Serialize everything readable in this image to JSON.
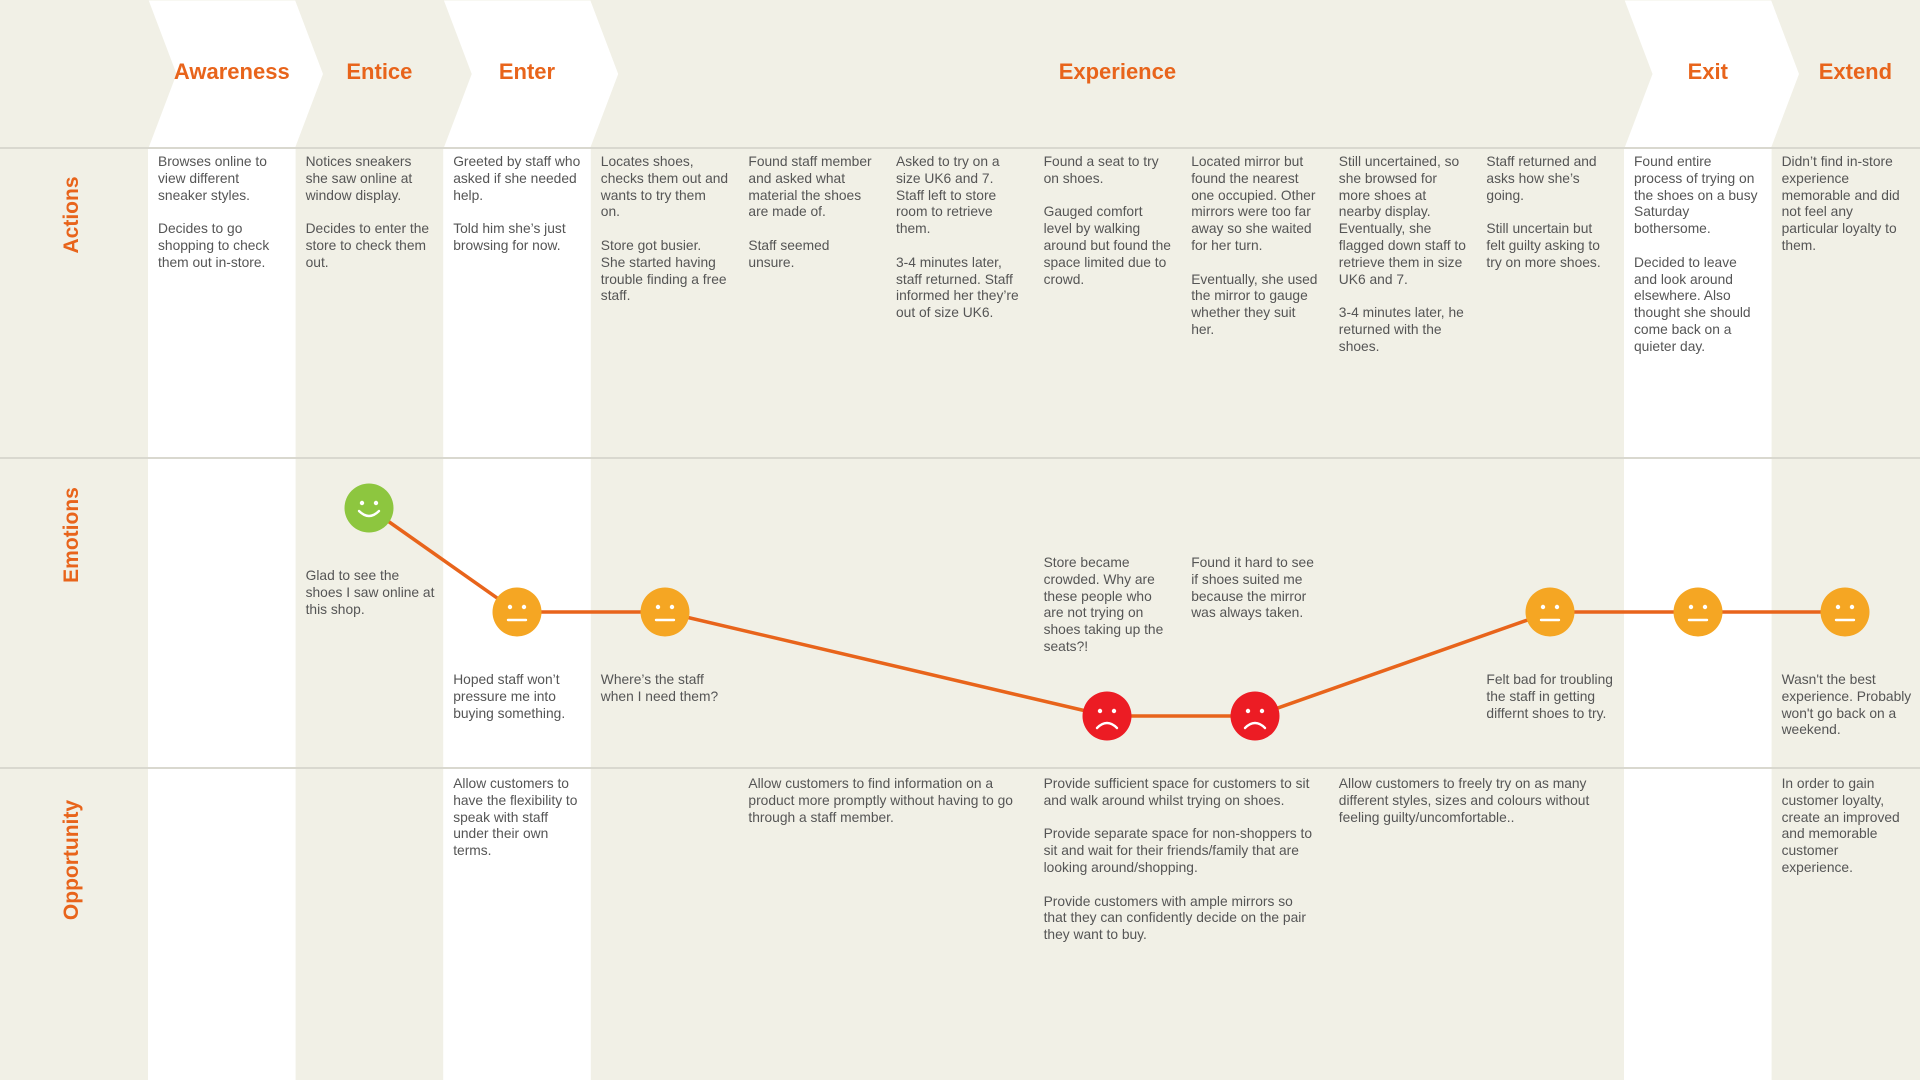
{
  "colors": {
    "background": "#f1f0e6",
    "column_highlight": "#ffffff",
    "accent": "#e8641b",
    "happy": "#8dc63f",
    "neutral": "#f5a623",
    "sad": "#ec1c24",
    "text": "#555555"
  },
  "stages": [
    {
      "label": "Awareness"
    },
    {
      "label": "Entice"
    },
    {
      "label": "Enter"
    },
    {
      "label": "Experience"
    },
    {
      "label": "Exit"
    },
    {
      "label": "Extend"
    }
  ],
  "rows": {
    "actions": "Actions",
    "emotions": "Emotions",
    "opportunity": "Opportunity"
  },
  "actions": [
    "Browses online to view different sneaker styles.\n\nDecides to go shopping to check them out in-store.",
    "Notices sneakers she saw online at window display.\n\nDecides to enter the store to check them out.",
    "Greeted by staff who asked if she needed help.\n\nTold him she’s just browsing for now.",
    "Locates shoes, checks them out and wants to try them on.\n\nStore got busier. She started having trouble finding a free staff.",
    "Found staff member and asked what material the shoes are made of.\n\nStaff seemed unsure.",
    "Asked to try on a size UK6 and 7. Staff left to store room to retrieve them.\n\n3-4 minutes later, staff returned. Staff informed her they’re out of size UK6.",
    "Found a seat to try on shoes.\n\nGauged comfort level by walking around but found the space limited due to crowd.",
    "Located mirror but found the nearest one occupied. Other mirrors were too far away so she waited for her turn.\n\nEventually, she used the mirror to gauge whether they suit her.",
    "Still uncertained, so she browsed for more shoes at nearby display. Eventually, she flagged down staff to retrieve them in size UK6 and 7.\n\n3-4 minutes later, he returned with the shoes.",
    "Staff returned and asks how she’s going.\n\nStill uncertain but felt guilty asking to try on more shoes.",
    "Found entire process of trying on the shoes on a busy Saturday bothersome.\n\nDecided to leave and look around elsewhere. Also thought she should come back on a quieter day.",
    "Didn’t find in-store experience memorable and did not feel any particular loyalty to them."
  ],
  "emotions": [
    {
      "col": 1,
      "mood": "happy",
      "level": 2,
      "note": "Glad to see the shoes I saw online at this shop.",
      "note_pos": "below"
    },
    {
      "col": 2,
      "mood": "neutral",
      "level": 1,
      "note": "Hoped staff won’t pressure me into buying something.",
      "note_pos": "below"
    },
    {
      "col": 3,
      "mood": "neutral",
      "level": 1,
      "note": "Where’s the staff when I need them?",
      "note_pos": "below"
    },
    {
      "col": 6,
      "mood": "sad",
      "level": 0,
      "note": "Store became crowded. Why are these people who are not trying on shoes taking up the seats?!",
      "note_pos": "above"
    },
    {
      "col": 7,
      "mood": "sad",
      "level": 0,
      "note": "Found it hard to see if shoes suited me because the mirror was always taken.",
      "note_pos": "above"
    },
    {
      "col": 9,
      "mood": "neutral",
      "level": 1,
      "note": "Felt bad for troubling the staff in getting differnt shoes to try.",
      "note_pos": "below"
    },
    {
      "col": 10,
      "mood": "neutral",
      "level": 1,
      "note": "",
      "note_pos": "below"
    },
    {
      "col": 11,
      "mood": "neutral",
      "level": 1,
      "note": "Wasn't the best experience. Probably won't go back on a weekend.",
      "note_pos": "below"
    }
  ],
  "opportunities": [
    {
      "col": 2,
      "wide": false,
      "text": "Allow customers to have the flexibility to speak with staff under their own terms."
    },
    {
      "col": 4,
      "wide": true,
      "text": "Allow customers to find information on a product more promptly without having to go through a staff member."
    },
    {
      "col": 6,
      "wide": true,
      "text": "Provide sufficient space for customers to sit and walk around whilst trying on shoes.\n\nProvide separate space for non-shoppers to sit and wait for their friends/family that are looking around/shopping.\n\nProvide customers with ample mirrors so that they can confidently decide on the pair they want to buy."
    },
    {
      "col": 8,
      "wide": true,
      "text": "Allow customers to freely try on as many different styles, sizes and colours without feeling guilty/uncomfortable.."
    },
    {
      "col": 11,
      "wide": false,
      "text": "In order to gain customer loyalty, create an improved and memorable customer experience."
    }
  ]
}
